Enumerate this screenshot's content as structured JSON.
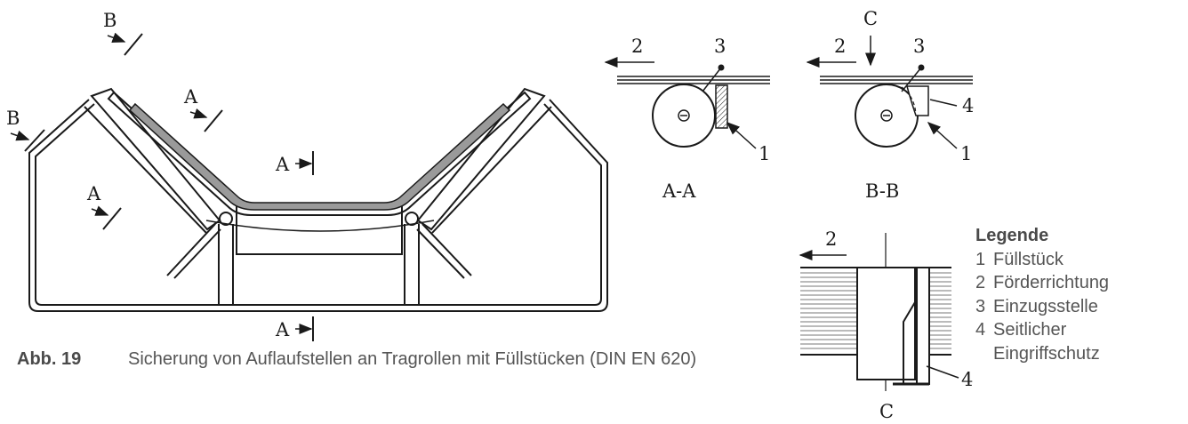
{
  "figure": {
    "number": "Abb. 19",
    "caption": "Sicherung von Auflaufstellen an Tragrollen mit Füllstücken (DIN EN 620)"
  },
  "section_labels": {
    "a": "A",
    "b": "B",
    "c": "C",
    "aa": "A-A",
    "bb": "B-B"
  },
  "callouts": {
    "n1": "1",
    "n2": "2",
    "n3": "3",
    "n4": "4"
  },
  "legend": {
    "title": "Legende",
    "items": [
      {
        "num": "1",
        "text": "Füllstück"
      },
      {
        "num": "2",
        "text": "Förderrichtung"
      },
      {
        "num": "3",
        "text": "Einzugsstelle"
      },
      {
        "num": "4",
        "text": "Seitlicher\nEingriffschutz"
      }
    ]
  },
  "colors": {
    "line": "#1a1a1a",
    "belt_fill": "#9a9a9a",
    "text": "#555555"
  }
}
